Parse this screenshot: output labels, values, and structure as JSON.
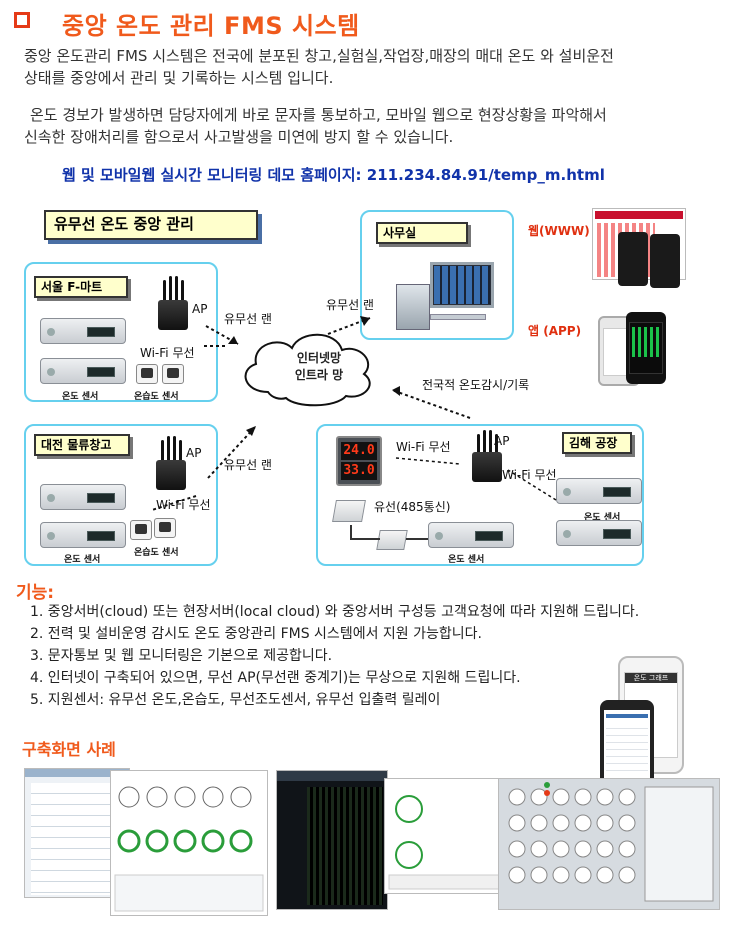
{
  "header": {
    "title": "중앙 온도 관리 FMS 시스템"
  },
  "intro": {
    "line1": "중앙 온도관리 FMS 시스템은 전국에 분포된 창고,실험실,작업장,매장의 매대 온도 와 설비운전",
    "line2": "상태를 중앙에서 관리 및 기록하는 시스템 입니다.",
    "line3": "온도 경보가 발생하면 담당자에게 바로 문자를 통보하고, 모바일 웹으로 현장상황을 파악해서",
    "line4": "신속한 장애처리를 함으로서 사고발생을 미연에 방지 할 수 있습니다."
  },
  "demo_link": "웹 및 모바일웹 실시간 모니터링 데모 홈페이지: 211.234.84.91/temp_m.html",
  "diagram": {
    "main_label": "유무선 온도 중앙 관리",
    "seoul": {
      "title": "서울 F-마트",
      "ap": "AP",
      "wifi": "Wi-Fi 무선",
      "sensor": "온도 센서",
      "humidity": "온습도 센서"
    },
    "daejeon": {
      "title": "대전 물류창고",
      "ap": "AP",
      "wifi": "Wi-Fi 무선",
      "sensor": "온도 센서",
      "humidity": "온습도 센서"
    },
    "office": {
      "title": "사무실"
    },
    "gimhae": {
      "title": "김해 공장",
      "ap": "AP",
      "wifi_left": "Wi-Fi 무선",
      "wifi_right": "Wi-Fi 무선",
      "wired": "유선(485통신)",
      "sensor_left": "온도 센서",
      "sensor_right": "온도 센서",
      "display_top": "24.0",
      "display_bottom": "33.0"
    },
    "cloud_line1": "인터넷망",
    "cloud_line2": "인트라 망",
    "lan_seoul": "유무선 랜",
    "lan_daejeon": "유무선 랜",
    "lan_office": "유무선 랜",
    "nationwide": "전국적 온도감시/기록",
    "web_label": "웹(WWW)",
    "app_label": "앱   (APP)",
    "phone_screen_title": "온도 그래프"
  },
  "features": {
    "heading": "기능:",
    "items": [
      "1. 중앙서버(cloud) 또는 현장서버(local cloud) 와 중앙서버 구성등 고객요청에 따라 지원해 드립니다.",
      "2. 전력 및 설비운영 감시도 온도 중앙관리 FMS 시스템에서 지원 가능합니다.",
      "3. 문자통보 및 웹 모니터링은 기본으로 제공합니다.",
      "4. 인터넷이 구축되어 있으면, 무선 AP(무선랜 중계기)는 무상으로 지원해 드립니다.",
      "5. 지원센서: 유무선 온도,온습도, 무선조도센서, 유무선 입출력 릴레이"
    ],
    "phone_title": "온도 그래프"
  },
  "examples": {
    "heading": "구축화면 사례"
  },
  "colors": {
    "title_orange": "#f05a1c",
    "link_blue": "#1133aa",
    "panel_border": "#66d0ee",
    "label_yellow": "#ffffcc"
  }
}
